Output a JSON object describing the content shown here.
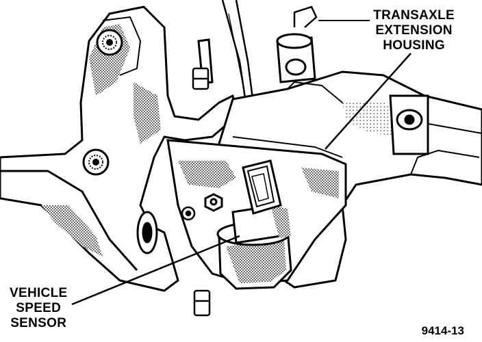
{
  "labels": {
    "transaxle_extension_housing": [
      "TRANSAXLE",
      "EXTENSION",
      "HOUSING"
    ],
    "vehicle_speed_sensor": [
      "VEHICLE",
      "SPEED",
      "SENSOR"
    ]
  },
  "figure_number": "9414-13",
  "colors": {
    "ink": "#000000",
    "paper": "#ffffff",
    "shade": "#8c8c8c"
  }
}
